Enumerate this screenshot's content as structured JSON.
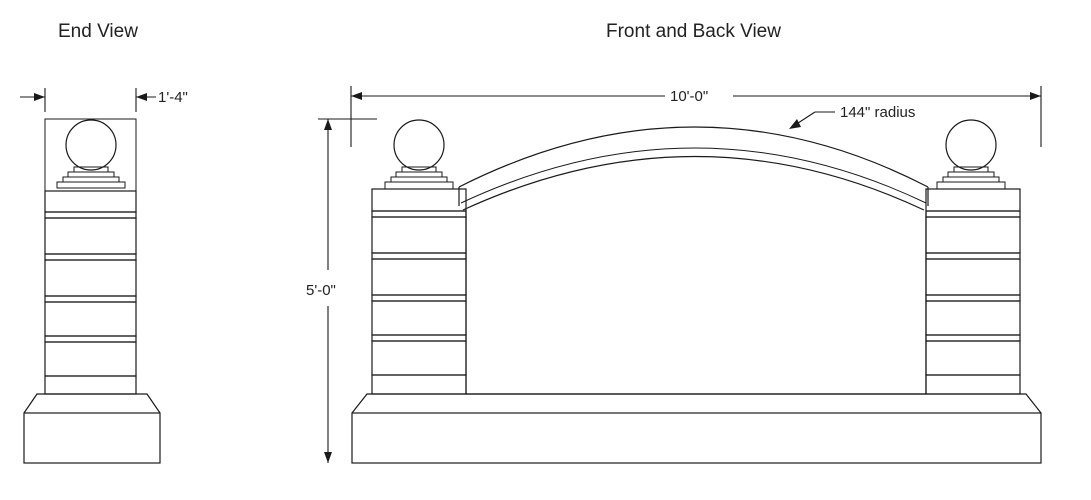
{
  "views": {
    "end_view_title": "End View",
    "front_view_title": "Front and Back View"
  },
  "dimensions": {
    "end_width": "1'-4\"",
    "overall_width": "10'-0\"",
    "arch_radius": "144\" radius",
    "overall_height": "5'-0\""
  }
}
